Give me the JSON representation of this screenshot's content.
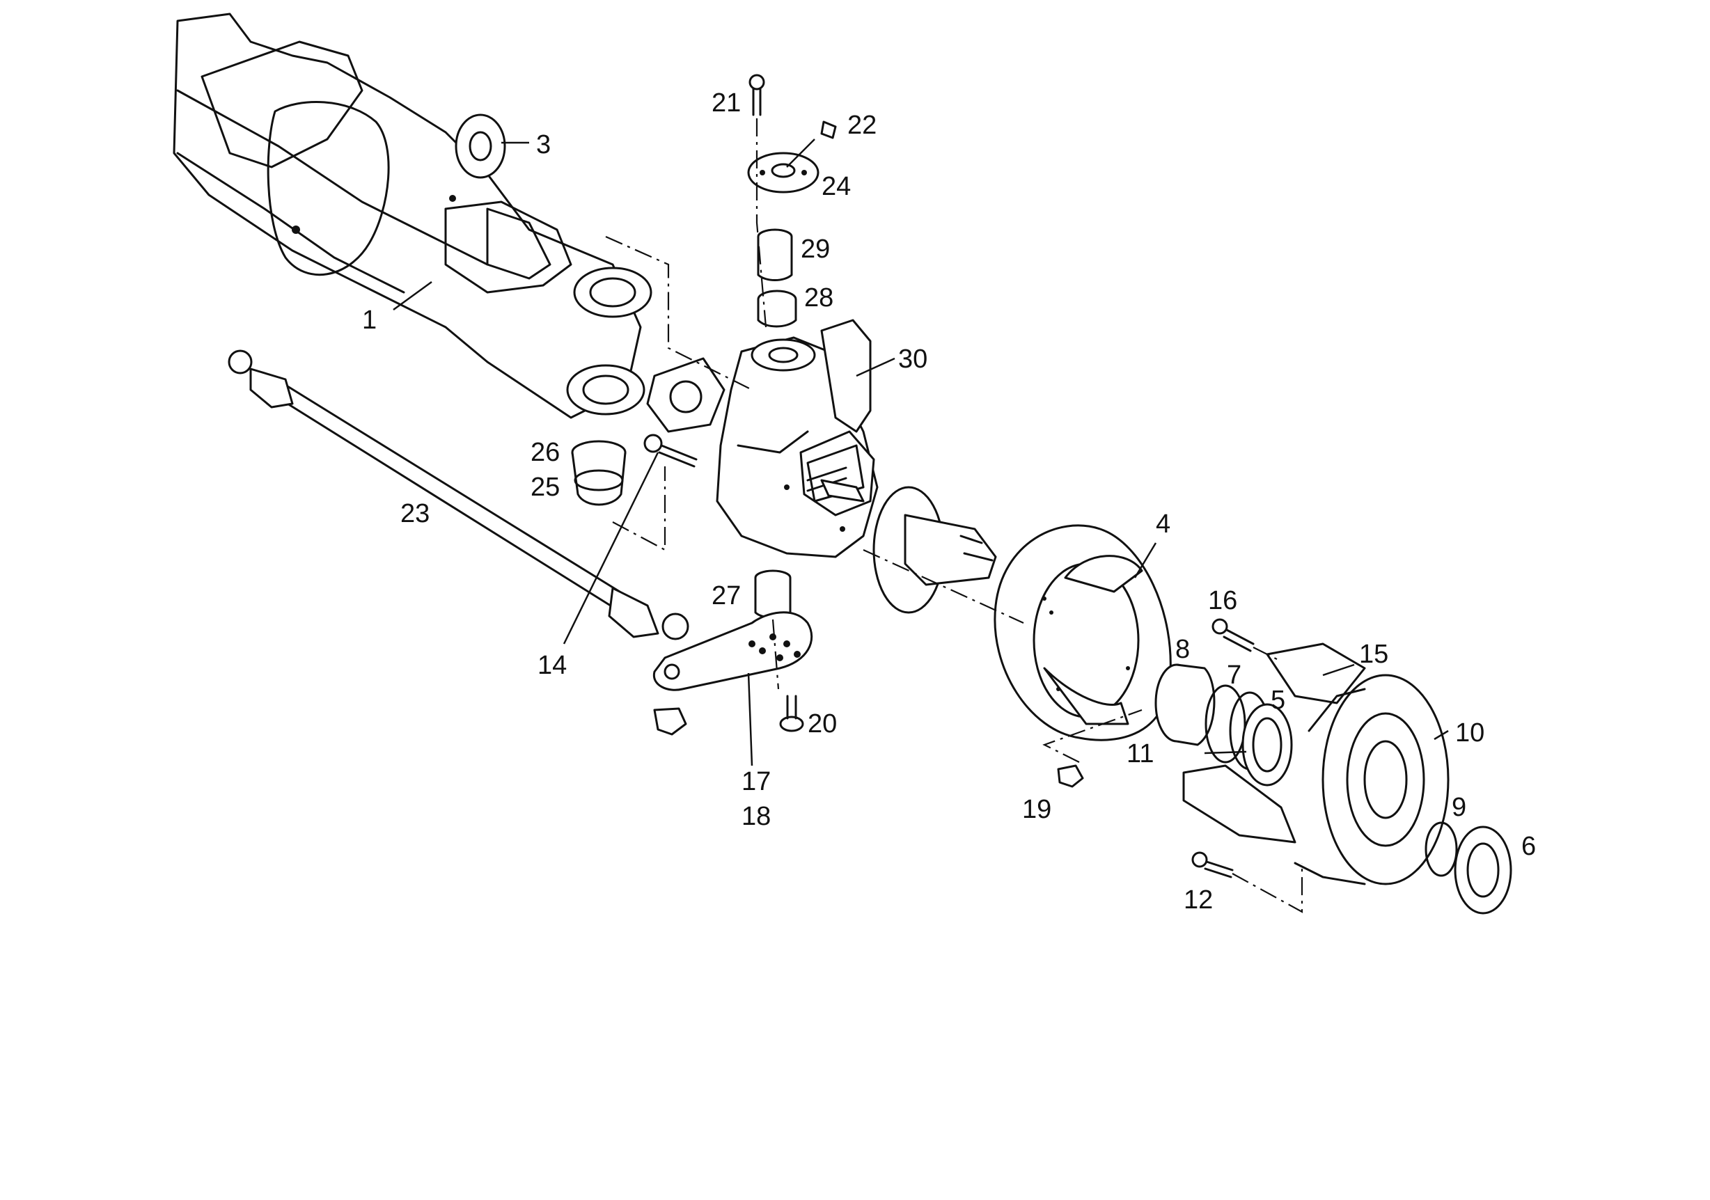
{
  "callouts": [
    {
      "id": "1",
      "text": "1"
    },
    {
      "id": "3",
      "text": "3"
    },
    {
      "id": "4",
      "text": "4"
    },
    {
      "id": "5",
      "text": "5"
    },
    {
      "id": "6",
      "text": "6"
    },
    {
      "id": "7",
      "text": "7"
    },
    {
      "id": "8",
      "text": "8"
    },
    {
      "id": "9",
      "text": "9"
    },
    {
      "id": "10",
      "text": "10"
    },
    {
      "id": "11",
      "text": "11"
    },
    {
      "id": "12",
      "text": "12"
    },
    {
      "id": "14",
      "text": "14"
    },
    {
      "id": "15",
      "text": "15"
    },
    {
      "id": "16",
      "text": "16"
    },
    {
      "id": "17",
      "text": "17"
    },
    {
      "id": "18",
      "text": "18"
    },
    {
      "id": "19",
      "text": "19"
    },
    {
      "id": "20",
      "text": "20"
    },
    {
      "id": "21",
      "text": "21"
    },
    {
      "id": "22",
      "text": "22"
    },
    {
      "id": "23",
      "text": "23"
    },
    {
      "id": "24",
      "text": "24"
    },
    {
      "id": "25",
      "text": "25"
    },
    {
      "id": "26",
      "text": "26"
    },
    {
      "id": "27",
      "text": "27"
    },
    {
      "id": "28",
      "text": "28"
    },
    {
      "id": "29",
      "text": "29"
    },
    {
      "id": "30",
      "text": "30"
    }
  ]
}
